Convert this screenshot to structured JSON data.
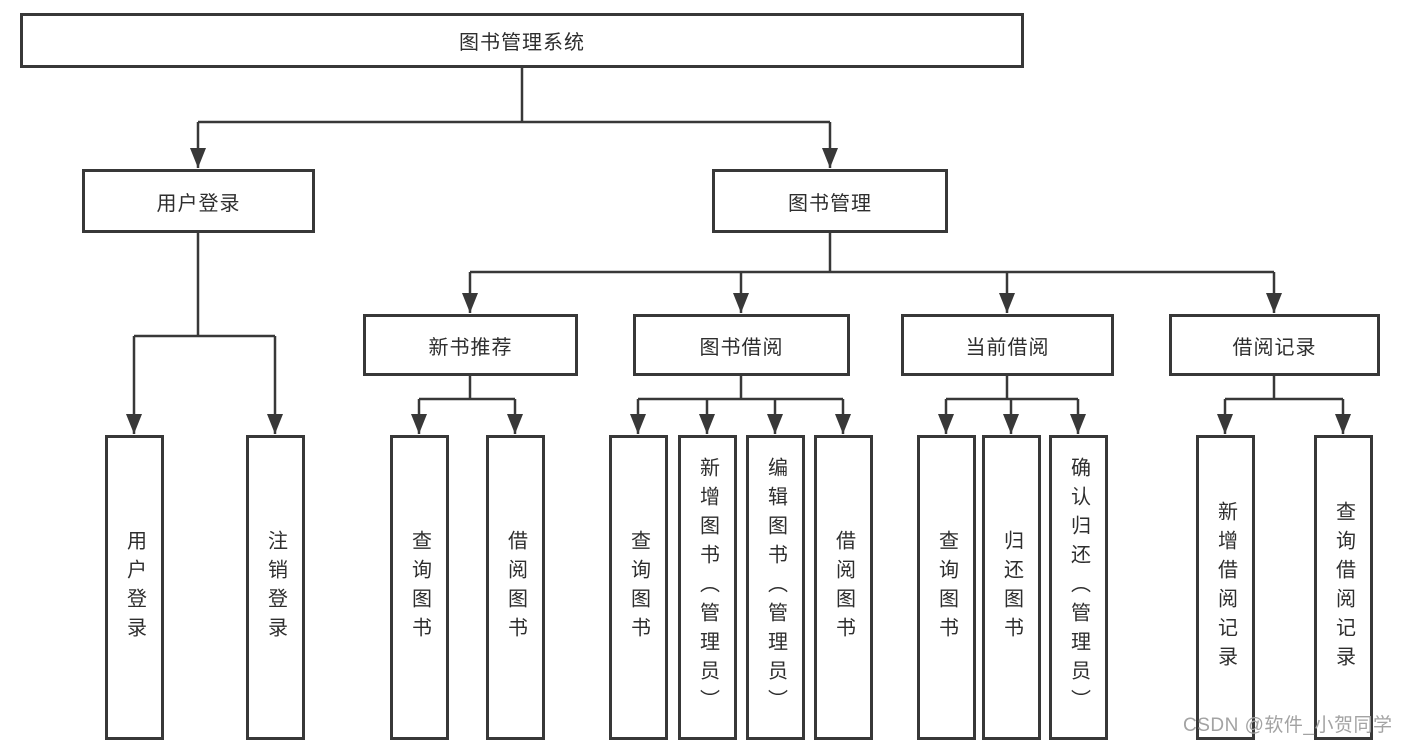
{
  "diagram": {
    "root": "图书管理系统",
    "user_login": {
      "label": "用户登录",
      "children": [
        "用户登录",
        "注销登录"
      ]
    },
    "book_mgmt": {
      "label": "图书管理",
      "groups": [
        {
          "label": "新书推荐",
          "children": [
            "查询图书",
            "借阅图书"
          ]
        },
        {
          "label": "图书借阅",
          "children": [
            "查询图书",
            "新增图书（管理员）",
            "编辑图书（管理员）",
            "借阅图书"
          ]
        },
        {
          "label": "当前借阅",
          "children": [
            "查询图书",
            "归还图书",
            "确认归还（管理员）"
          ]
        },
        {
          "label": "借阅记录",
          "children": [
            "新增借阅记录",
            "查询借阅记录"
          ]
        }
      ]
    },
    "colors": {
      "line": "#383838",
      "text": "#2e2e2e",
      "watermark": "#a3a3a3",
      "background": "#ffffff"
    }
  },
  "watermark": "CSDN @软件_小贺同学"
}
